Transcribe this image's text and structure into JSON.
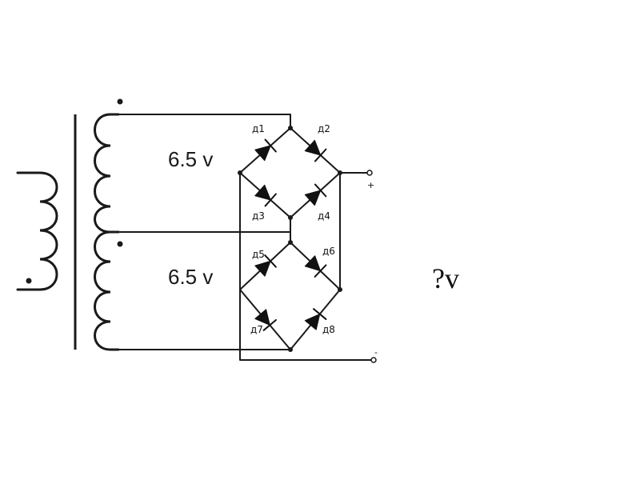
{
  "windings": [
    {
      "voltage_label": "6.5 v"
    },
    {
      "voltage_label": "6.5 v"
    }
  ],
  "diodes": [
    "д1",
    "д2",
    "д3",
    "д4",
    "д5",
    "д6",
    "д7",
    "д8"
  ],
  "output": {
    "positive_label": "+",
    "negative_label": "-",
    "unknown_voltage_label": "?v"
  }
}
